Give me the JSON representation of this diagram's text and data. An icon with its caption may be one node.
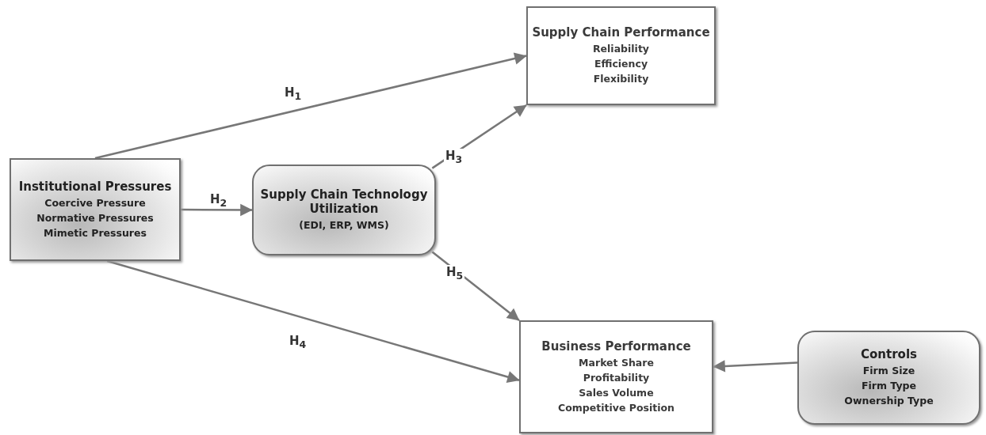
{
  "diagram": {
    "nodes": [
      {
        "text": [
          "Institutional Pressures",
          "Coercive Pressure",
          "Normative Pressures",
          "Mimetic Pressures"
        ]
      },
      {
        "text": [
          "Supply Chain Technology Utilization",
          "(EDI, ERP, WMS)"
        ]
      },
      {
        "text": [
          "Supply Chain Performance",
          "Reliability",
          "Efficiency",
          "Flexibility"
        ]
      },
      {
        "text": [
          "Business Performance",
          "Market Share",
          "Profitability",
          "Sales Volume",
          "Competitive Position"
        ]
      },
      {
        "text": [
          "Controls",
          "Firm Size",
          "Firm Type",
          "Ownership Type"
        ]
      }
    ],
    "edges": [
      {
        "from": 0,
        "to": 2,
        "arrow": "to",
        "label": "H$_{1}$"
      },
      {
        "from": 0,
        "to": 1,
        "arrow": "to",
        "label": "H$_{2}$"
      },
      {
        "from": 1,
        "to": 2,
        "arrow": "to",
        "label": "H$_{3}$"
      },
      {
        "from": 0,
        "to": 3,
        "arrow": "to",
        "label": "H$_{4}$"
      },
      {
        "from": 1,
        "to": 3,
        "arrow": "to",
        "label": "H$_{5}$"
      },
      {
        "from": 4,
        "to": 3,
        "arrow": "to"
      }
    ]
  }
}
